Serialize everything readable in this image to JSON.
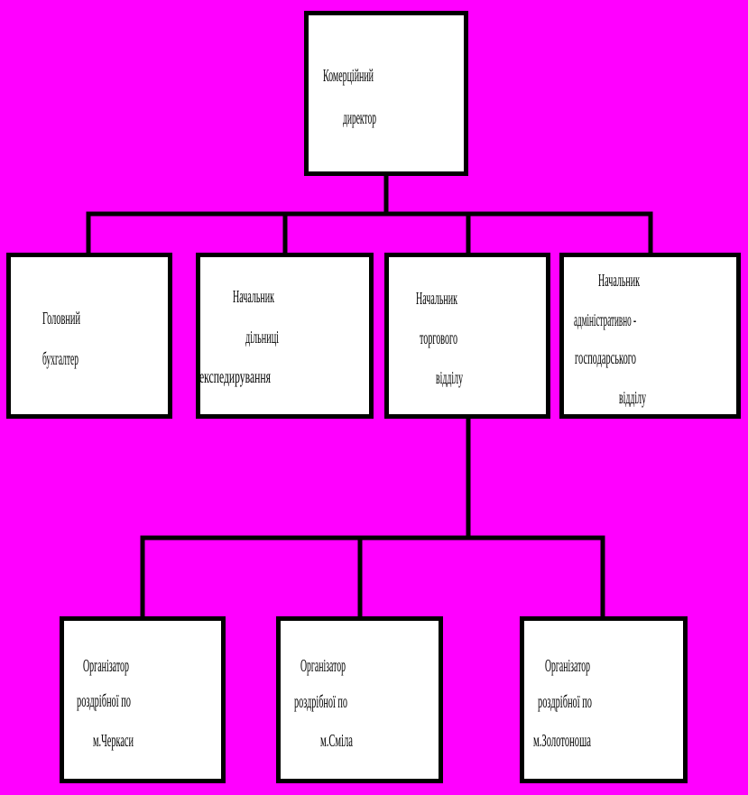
{
  "org_chart": {
    "root": {
      "lines": [
        "Комерційний",
        "директор"
      ]
    },
    "level2": [
      {
        "lines": [
          "Головний",
          "бухгалтер"
        ]
      },
      {
        "lines": [
          "Начальник",
          "дільниці",
          "експедирування"
        ]
      },
      {
        "lines": [
          "Начальник",
          "торгового",
          "відділу"
        ]
      },
      {
        "lines": [
          "Начальник",
          "адміністративно -",
          "господарського",
          "відділу"
        ]
      }
    ],
    "level3": [
      {
        "lines": [
          "Організатор",
          "роздрібної по",
          "м.Черкаси"
        ]
      },
      {
        "lines": [
          "Організатор",
          "роздрібної по",
          "м.Сміла"
        ]
      },
      {
        "lines": [
          "Організатор",
          "роздрібної по",
          "м.Золотоноша"
        ]
      }
    ]
  },
  "colors": {
    "background": "#FF00FF",
    "box_fill": "#FFFFFF",
    "stroke": "#000000"
  }
}
